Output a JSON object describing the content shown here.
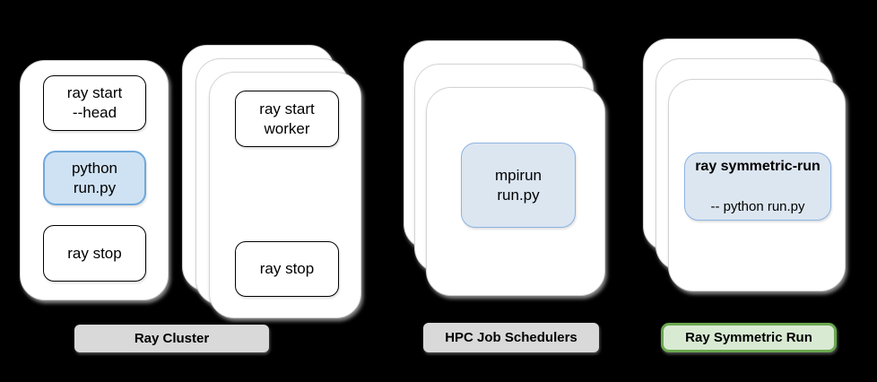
{
  "ray_cluster": {
    "head_node": {
      "boxes": {
        "start_head": "ray start\n--head",
        "python_run": "python\nrun.py",
        "ray_stop": "ray stop"
      }
    },
    "worker_nodes": {
      "boxes": {
        "start_worker": "ray start\nworker",
        "ray_stop": "ray stop"
      }
    },
    "label": "Ray Cluster"
  },
  "hpc": {
    "box": "mpirun\nrun.py",
    "label": "HPC Job Schedulers"
  },
  "symmetric_run": {
    "box_title": "ray symmetric-run",
    "box_subtitle": "-- python run.py",
    "label": "Ray Symmetric Run"
  },
  "colors": {
    "background": "#000000",
    "card_fill": "#ffffff",
    "card_border": "#d4d4d4",
    "box_border_plain": "#000000",
    "blue_fill": "#cfe2f3",
    "blue_border": "#6fa8dc",
    "blue_fill_light": "#dce6f1",
    "blue_border_light": "#8db3e2",
    "gray_label_fill": "#d9d9d9",
    "green_label_fill": "#d9ead3",
    "green_label_border": "#6aa84f",
    "text": "#000000"
  }
}
